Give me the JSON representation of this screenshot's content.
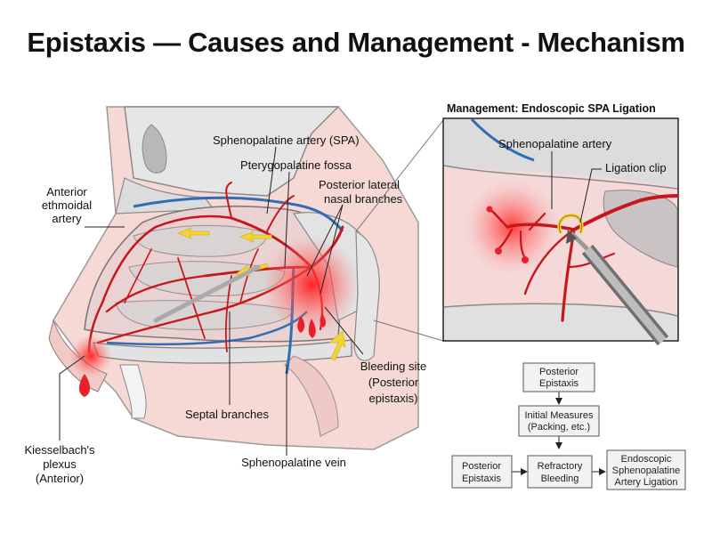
{
  "title": "Epistaxis — Causes and Management - Mechanism",
  "labels": {
    "spa": "Sphenopalatine artery (SPA)",
    "pterygopalatine": "Pterygopalatine fossa",
    "posterior_lateral_1": "Posterior lateral",
    "posterior_lateral_2": "nasal branches",
    "anterior_ethmoidal_1": "Anterior",
    "anterior_ethmoidal_2": "ethmoidal",
    "anterior_ethmoidal_3": "artery",
    "bleeding_site_1": "Bleeding site",
    "bleeding_site_2": "(Posterior",
    "bleeding_site_3": "epistaxis)",
    "septal": "Septal branches",
    "kiesselbach_1": "Kiesselbach's",
    "kiesselbach_2": "plexus",
    "kiesselbach_3": "(Anterior)",
    "spv": "Sphenopalatine vein"
  },
  "inset": {
    "title": "Management: Endoscopic SPA Ligation",
    "artery_label": "Sphenopalatine artery",
    "clip_label": "Ligation clip"
  },
  "flowchart": {
    "posterior_top_1": "Posterior",
    "posterior_top_2": "Epistaxis",
    "initial_1": "Initial Measures",
    "initial_2": "(Packing, etc.)",
    "posterior_left_1": "Posterior",
    "posterior_left_2": "Epistaxis",
    "refractory_1": "Refractory",
    "refractory_2": "Bleeding",
    "endoscopic_1": "Endoscopic",
    "endoscopic_2": "Sphenopalatine",
    "endoscopic_3": "Artery Ligation"
  },
  "colors": {
    "artery": "#c8161d",
    "vein": "#2f6db5",
    "bleed": "#e8202a",
    "bone": "#dcdcdc",
    "mucosa": "#f4d2d2",
    "flow_arrow": "#f2d535"
  }
}
